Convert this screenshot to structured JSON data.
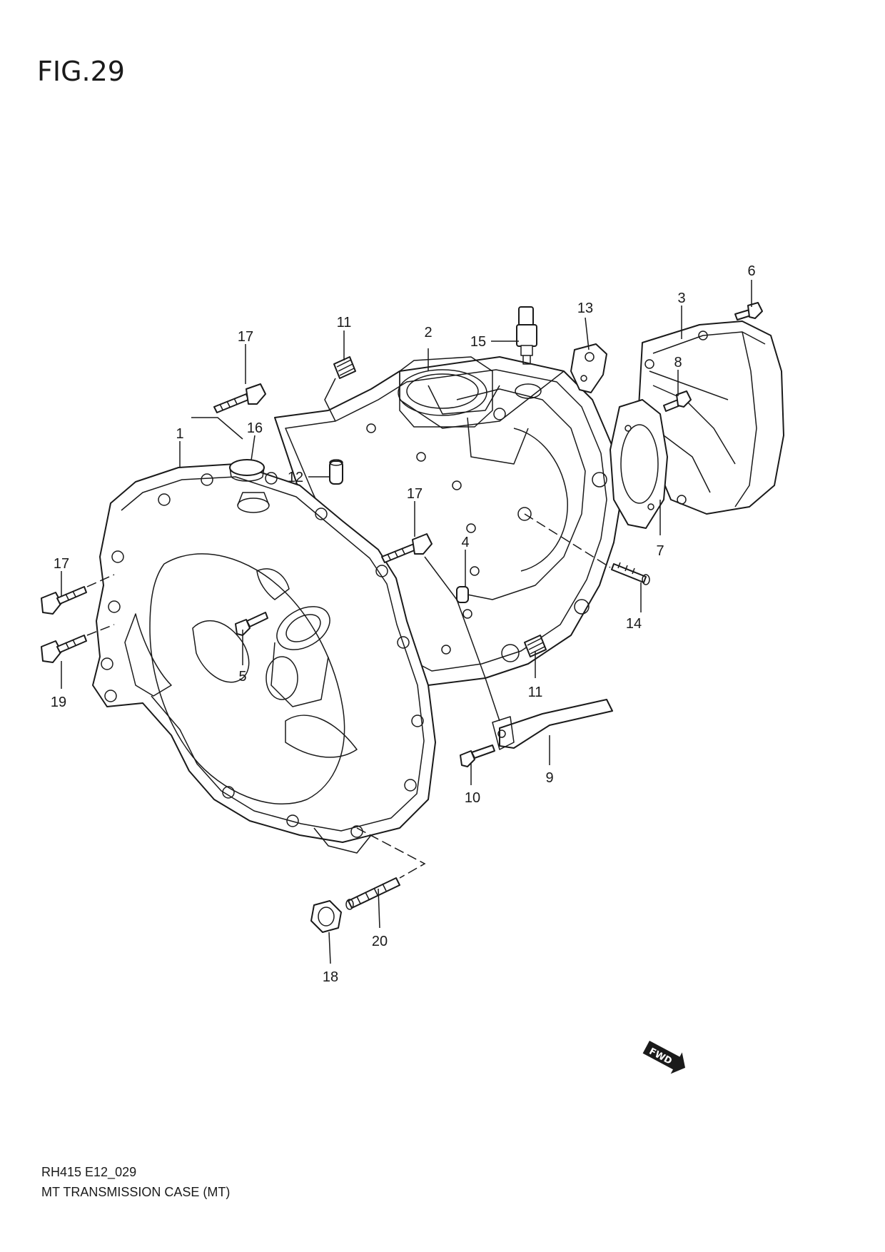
{
  "figure": {
    "title": "FIG.29"
  },
  "footer": {
    "code": "RH415 E12_029",
    "caption": "MT TRANSMISSION CASE  (MT)"
  },
  "badge": {
    "label": "FWD"
  },
  "callouts": [
    {
      "label": "1"
    },
    {
      "label": "2"
    },
    {
      "label": "3"
    },
    {
      "label": "4"
    },
    {
      "label": "5"
    },
    {
      "label": "6"
    },
    {
      "label": "7"
    },
    {
      "label": "8"
    },
    {
      "label": "9"
    },
    {
      "label": "10"
    },
    {
      "label": "11"
    },
    {
      "label": "11"
    },
    {
      "label": "12"
    },
    {
      "label": "13"
    },
    {
      "label": "14"
    },
    {
      "label": "15"
    },
    {
      "label": "16"
    },
    {
      "label": "17"
    },
    {
      "label": "17"
    },
    {
      "label": "17"
    },
    {
      "label": "18"
    },
    {
      "label": "19"
    },
    {
      "label": "20"
    }
  ]
}
